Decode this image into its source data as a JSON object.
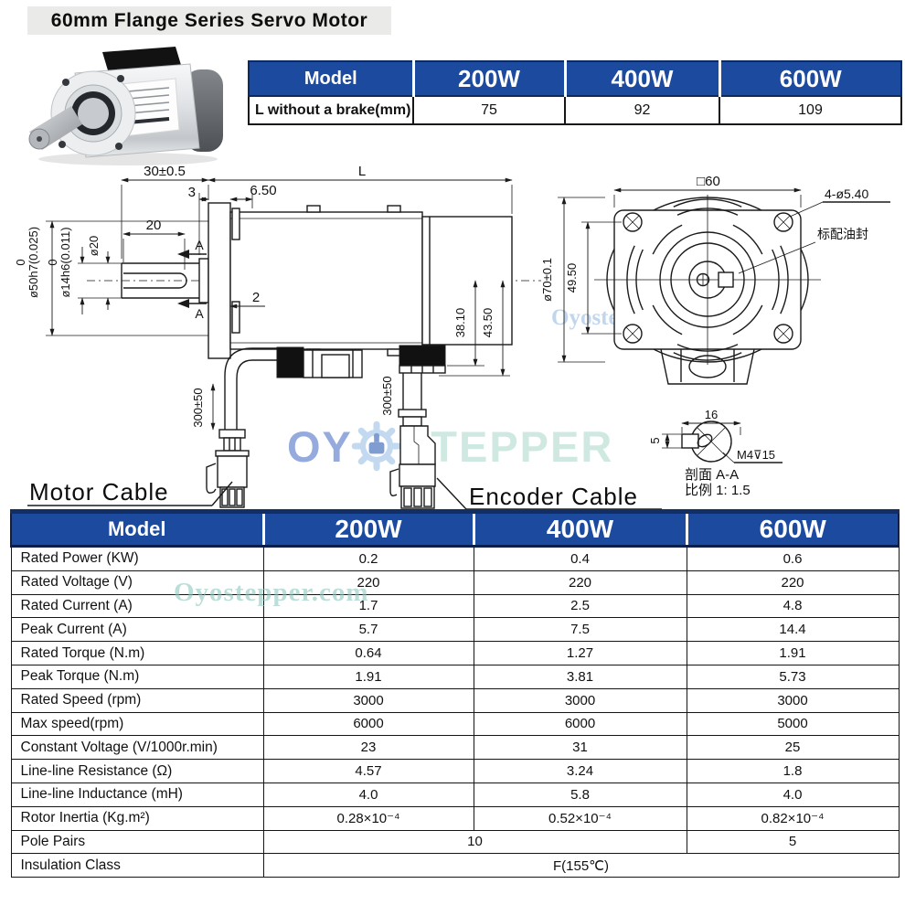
{
  "title": "60mm Flange Series Servo Motor",
  "size_table": {
    "headers": [
      "Model",
      "200W",
      "400W",
      "600W"
    ],
    "row_label": "L without a brake(mm)",
    "row_values": [
      "75",
      "92",
      "109"
    ]
  },
  "drawing": {
    "side": {
      "dim_shaft_len": "30±0.5",
      "dim_body_len": "L",
      "dim_step": "3",
      "dim_boss": "6.50",
      "dim_key_len": "20",
      "dia_step": "ø20",
      "tol_zero": "0",
      "dia_flange": "ø50h7(0.025)",
      "dia_shaft": "ø14h6(0.011)",
      "section_mark": "A",
      "dim_lip": "2",
      "dim_conn_height1": "38.10",
      "dim_conn_height2": "43.50",
      "cable_length": "300±50",
      "motor_cable": "Motor Cable",
      "encoder_cable": "Encoder Cable"
    },
    "front": {
      "dim_square": "□60",
      "holes": "4-ø5.40",
      "oil_seal": "标配油封",
      "dia_outer": "ø70±0.1",
      "dim_hole_pitch": "49.50"
    },
    "section": {
      "dim_width": "16",
      "dim_depth": "5",
      "tap": "M4⊽15",
      "title": "剖面 A-A",
      "scale": "比例 1: 1.5"
    }
  },
  "watermark": {
    "brand_prefix": "OY",
    "brand_suffix": "STEPPER",
    "site": "Oyostepper.com"
  },
  "spec_table": {
    "headers": [
      "Model",
      "200W",
      "400W",
      "600W"
    ],
    "rows": [
      {
        "label": "Rated Power (KW)",
        "values": [
          "0.2",
          "0.4",
          "0.6"
        ]
      },
      {
        "label": "Rated Voltage (V)",
        "values": [
          "220",
          "220",
          "220"
        ]
      },
      {
        "label": "Rated Current (A)",
        "values": [
          "1.7",
          "2.5",
          "4.8"
        ]
      },
      {
        "label": "Peak Current (A)",
        "values": [
          "5.7",
          "7.5",
          "14.4"
        ]
      },
      {
        "label": "Rated Torque (N.m)",
        "values": [
          "0.64",
          "1.27",
          "1.91"
        ]
      },
      {
        "label": "Peak Torque (N.m)",
        "values": [
          "1.91",
          "3.81",
          "5.73"
        ]
      },
      {
        "label": "Rated Speed (rpm)",
        "values": [
          "3000",
          "3000",
          "3000"
        ]
      },
      {
        "label": "Max speed(rpm)",
        "values": [
          "6000",
          "6000",
          "5000"
        ]
      },
      {
        "label": "Constant Voltage (V/1000r.min)",
        "values": [
          "23",
          "31",
          "25"
        ]
      },
      {
        "label": "Line-line Resistance (Ω)",
        "values": [
          "4.57",
          "3.24",
          "1.8"
        ]
      },
      {
        "label": "Line-line Inductance (mH)",
        "values": [
          "4.0",
          "5.8",
          "4.0"
        ]
      },
      {
        "label": "Rotor Inertia (Kg.m²)",
        "values": [
          "0.28×10⁻⁴",
          "0.52×10⁻⁴",
          "0.82×10⁻⁴"
        ]
      },
      {
        "label": "Pole Pairs",
        "values": [
          "10",
          "5"
        ]
      },
      {
        "label": "Insulation Class",
        "values": [
          "F(155℃)"
        ]
      }
    ]
  },
  "colors": {
    "header_blue": "#1c4a9e",
    "border_navy": "#132e63",
    "brand_blue": "#7d97d5",
    "brand_teal": "#cde8e1"
  }
}
